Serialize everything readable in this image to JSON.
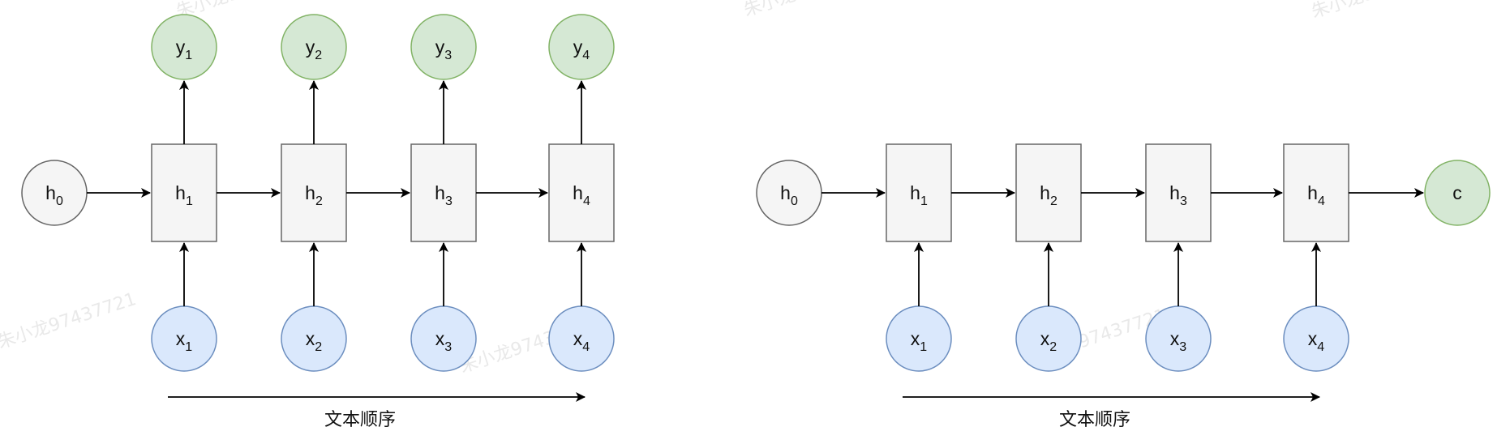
{
  "colors": {
    "hidden_fill": "#f5f5f5",
    "hidden_stroke": "#666666",
    "output_fill": "#d5e8d4",
    "output_stroke": "#82b366",
    "input_fill": "#dae8fc",
    "input_stroke": "#6c8ebf",
    "arrow": "#000000"
  },
  "watermark": {
    "text": "朱小龙97437721"
  },
  "diagrams": [
    {
      "name": "left",
      "initial_state": {
        "base": "h",
        "sub": "0"
      },
      "steps": [
        {
          "hidden": {
            "base": "h",
            "sub": "1"
          },
          "input": {
            "base": "x",
            "sub": "1"
          },
          "output": {
            "base": "y",
            "sub": "1"
          }
        },
        {
          "hidden": {
            "base": "h",
            "sub": "2"
          },
          "input": {
            "base": "x",
            "sub": "2"
          },
          "output": {
            "base": "y",
            "sub": "2"
          }
        },
        {
          "hidden": {
            "base": "h",
            "sub": "3"
          },
          "input": {
            "base": "x",
            "sub": "3"
          },
          "output": {
            "base": "y",
            "sub": "3"
          }
        },
        {
          "hidden": {
            "base": "h",
            "sub": "4"
          },
          "input": {
            "base": "x",
            "sub": "4"
          },
          "output": {
            "base": "y",
            "sub": "4"
          }
        }
      ],
      "caption": "文本顺序"
    },
    {
      "name": "right",
      "initial_state": {
        "base": "h",
        "sub": "0"
      },
      "steps": [
        {
          "hidden": {
            "base": "h",
            "sub": "1"
          },
          "input": {
            "base": "x",
            "sub": "1"
          }
        },
        {
          "hidden": {
            "base": "h",
            "sub": "2"
          },
          "input": {
            "base": "x",
            "sub": "2"
          }
        },
        {
          "hidden": {
            "base": "h",
            "sub": "3"
          },
          "input": {
            "base": "x",
            "sub": "3"
          }
        },
        {
          "hidden": {
            "base": "h",
            "sub": "4"
          },
          "input": {
            "base": "x",
            "sub": "4"
          }
        }
      ],
      "final_output": {
        "base": "c",
        "sub": ""
      },
      "caption": "文本顺序"
    }
  ]
}
